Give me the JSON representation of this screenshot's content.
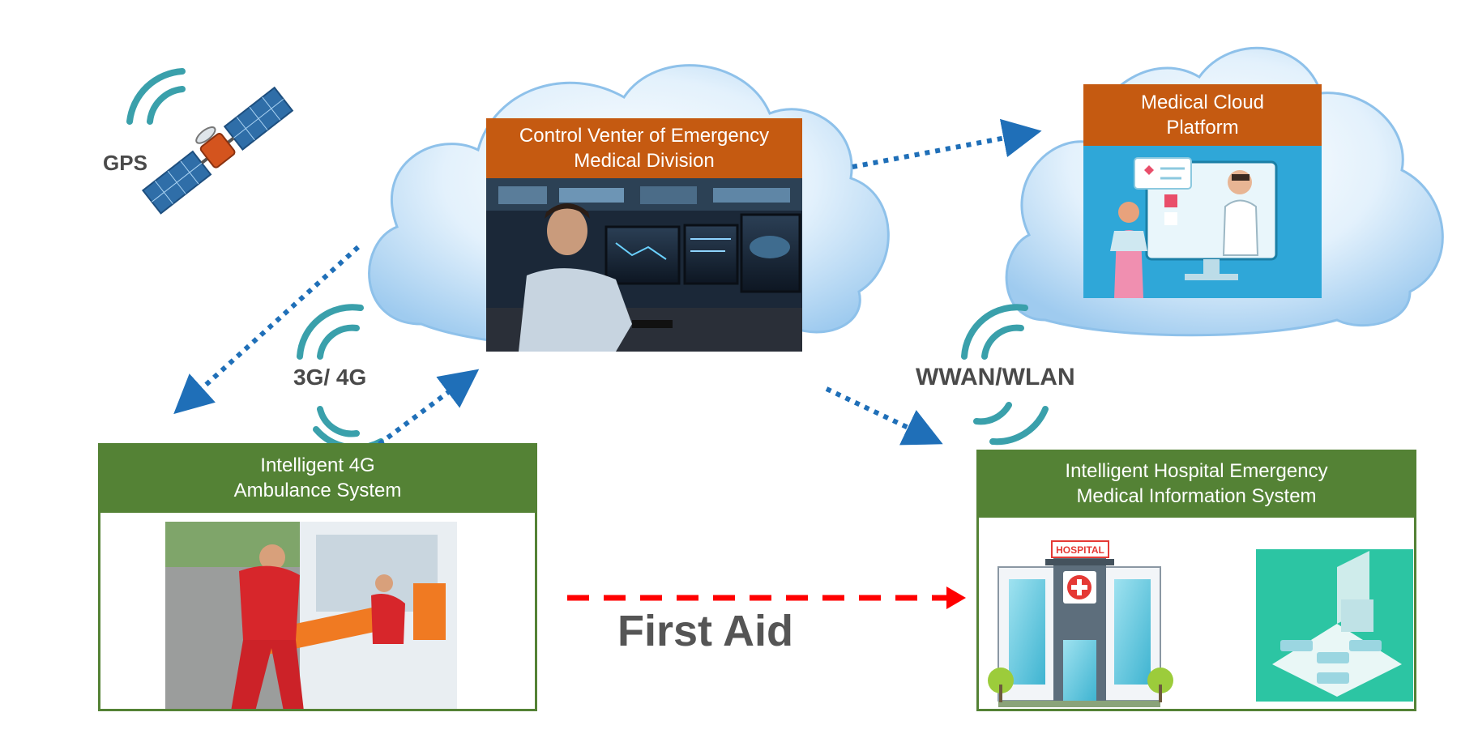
{
  "labels": {
    "gps": "GPS",
    "network_ambulance": "3G/ 4G",
    "network_hospital": "WWAN/WLAN",
    "first_aid": "First Aid"
  },
  "nodes": {
    "control_center": "Control Venter of Emergency\nMedical Division",
    "cloud_platform": "Medical Cloud\nPlatform",
    "ambulance": "Intelligent 4G\nAmbulance System",
    "hospital": "Intelligent Hospital Emergency\nMedical Information System",
    "hospital_sign": "HOSPITAL"
  },
  "colors": {
    "header_orange": "#c55a11",
    "header_green": "#548235",
    "arrow_blue": "#1f6fb8",
    "arrow_red": "#ff0000",
    "signal": "#3aa0ab",
    "cloud_edge": "#8ec1ea"
  }
}
